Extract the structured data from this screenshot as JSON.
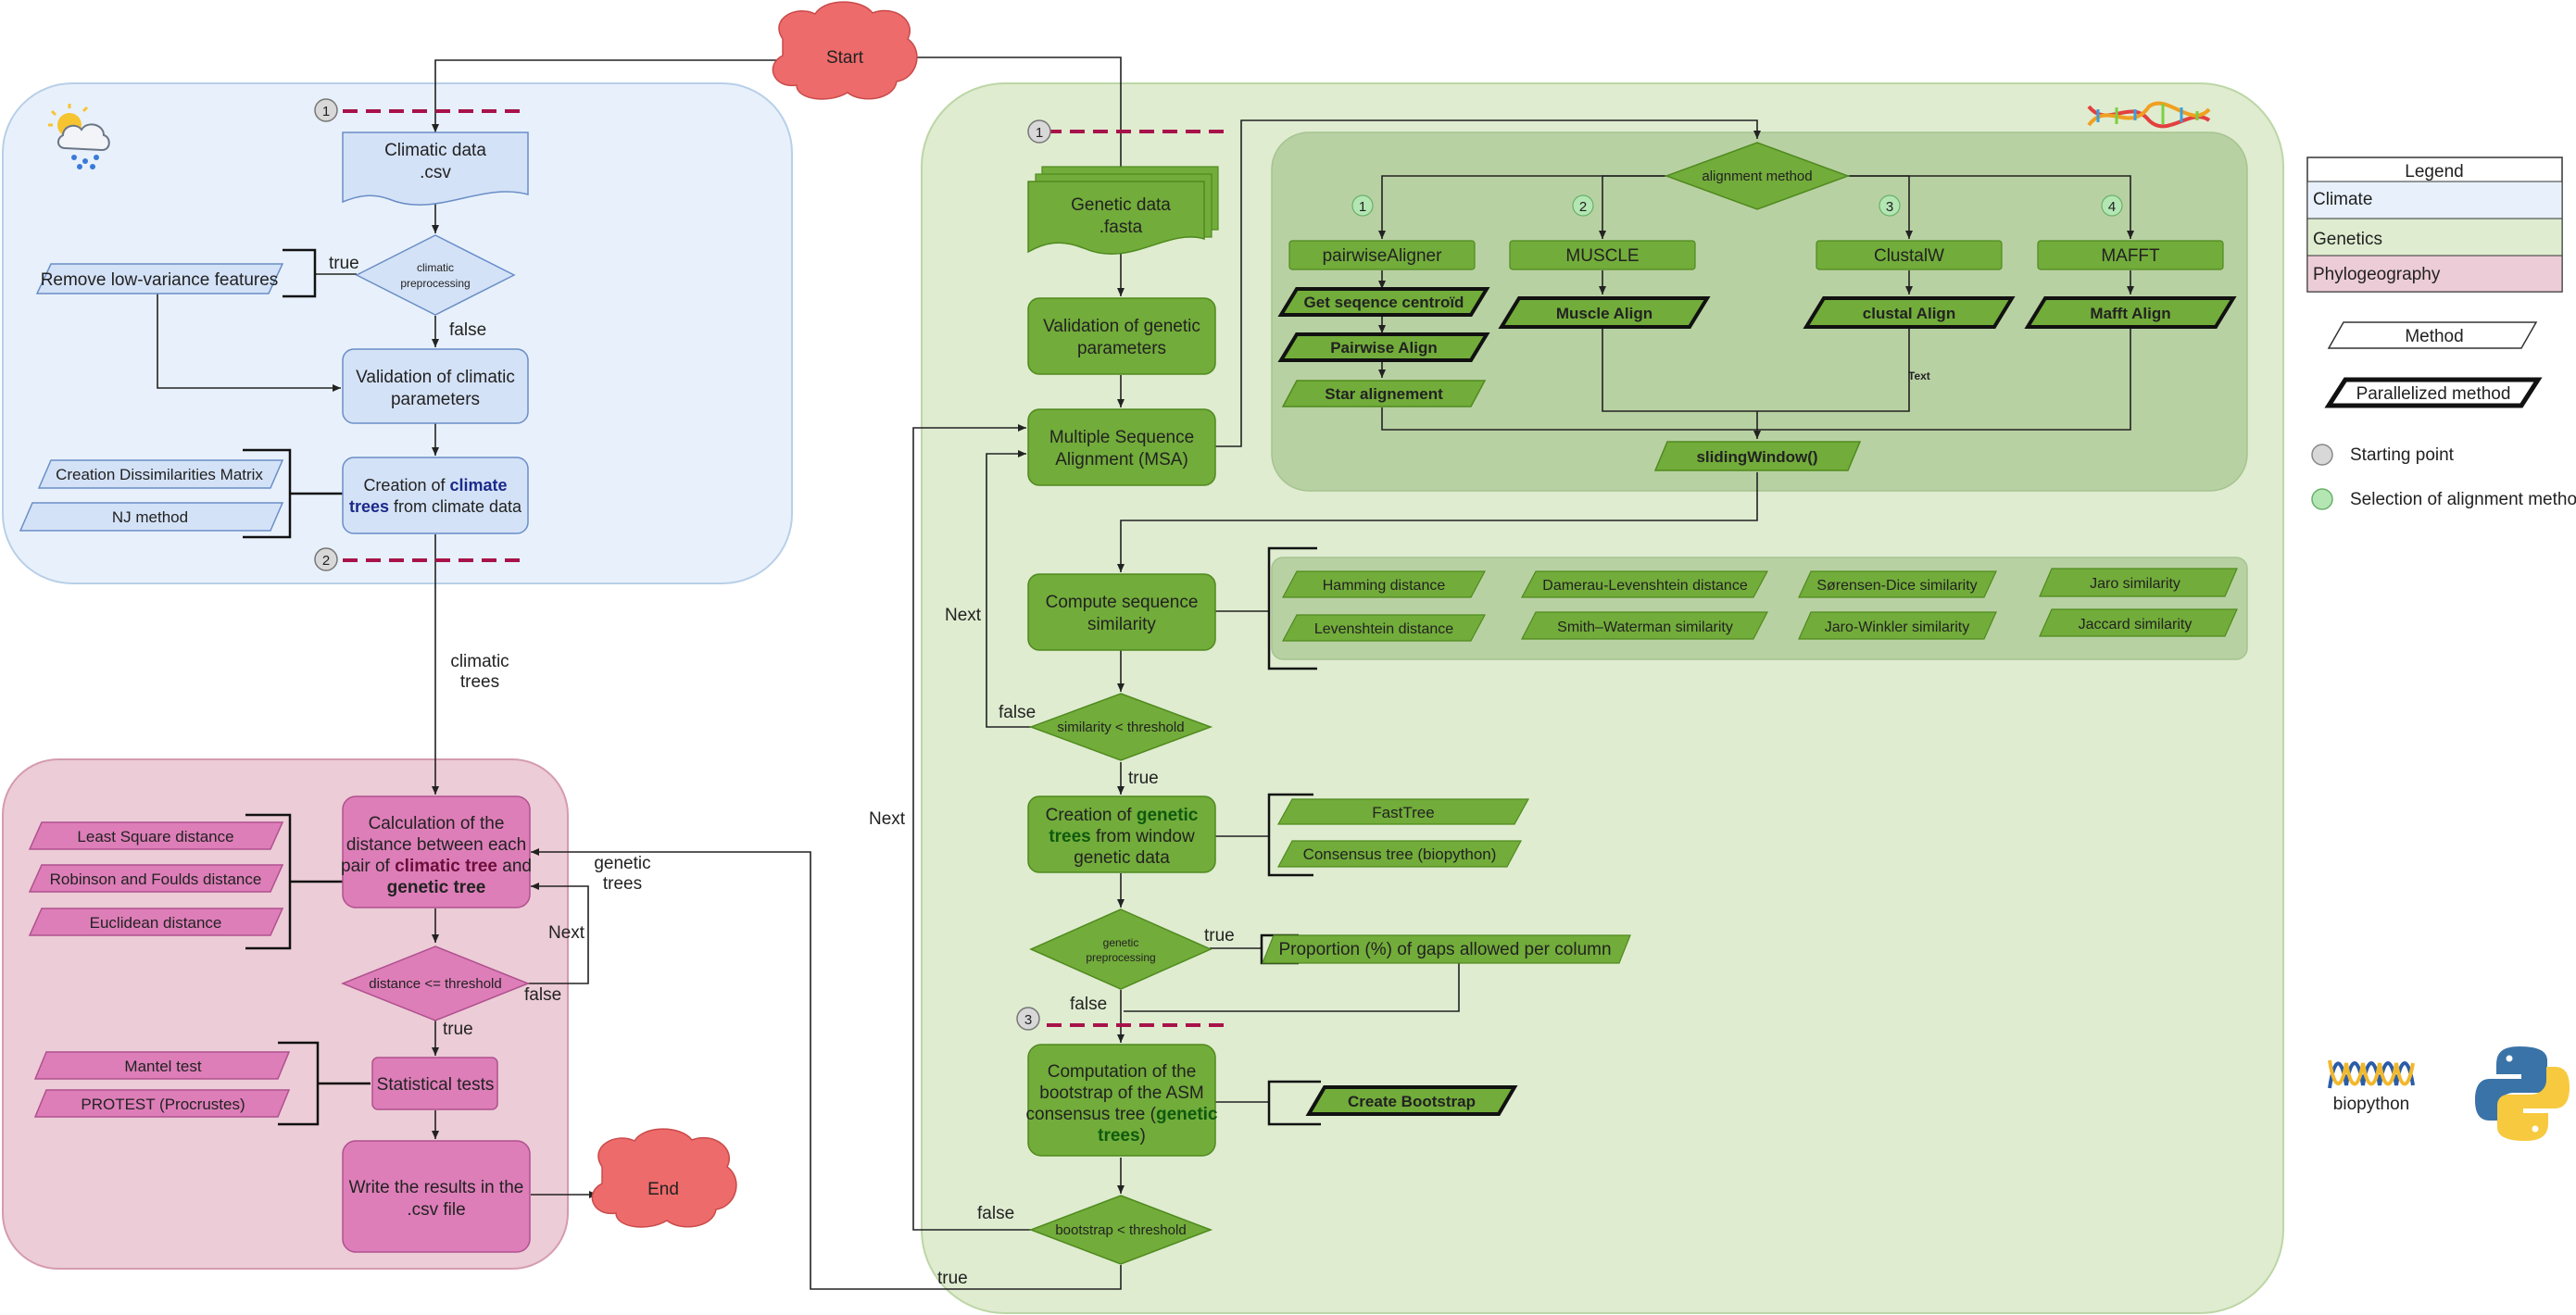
{
  "start": "Start",
  "end": "End",
  "climate": {
    "input": [
      "Climatic data",
      ".csv"
    ],
    "decision": [
      "climatic",
      "preprocessing"
    ],
    "true_label": "true",
    "false_label": "false",
    "remove_low_variance": "Remove low-variance features",
    "validation": [
      "Validation of climatic",
      "parameters"
    ],
    "creation_line1_a": "Creation of ",
    "creation_line1_b": "climate",
    "creation_line2_a": "trees",
    "creation_line2_b": " from climate data",
    "dissimilarity_matrix": "Creation Dissimilarities Matrix",
    "nj_method": "NJ method",
    "marker1": "1",
    "marker2": "2",
    "trees_label": [
      "climatic",
      "trees"
    ]
  },
  "phylogeography": {
    "calc_line1": "Calculation of the",
    "calc_line2": "distance between each",
    "calc_line3_a": "pair of ",
    "calc_line3_b": "climatic tree",
    "calc_line3_c": " and",
    "calc_line4": "genetic tree",
    "least_square": "Least Square distance",
    "robinson_foulds": "Robinson and Foulds distance",
    "euclidean": "Euclidean distance",
    "decision": "distance <= threshold",
    "next_label": "Next",
    "false_label": "false",
    "true_label": "true",
    "statistical_tests": "Statistical tests",
    "mantel": "Mantel test",
    "protest": "PROTEST (Procrustes)",
    "write_results": [
      "Write the results in the",
      ".csv file"
    ],
    "genetic_trees_label": [
      "genetic",
      "trees"
    ]
  },
  "genetics": {
    "input": [
      "Genetic data",
      ".fasta"
    ],
    "validation": [
      "Validation of genetic",
      "parameters"
    ],
    "msa": [
      "Multiple Sequence",
      "Alignment (MSA)"
    ],
    "alignment_method": "alignment method",
    "methods": [
      {
        "num": "1",
        "name": "pairwiseAligner"
      },
      {
        "num": "2",
        "name": "MUSCLE"
      },
      {
        "num": "3",
        "name": "ClustalW"
      },
      {
        "num": "4",
        "name": "MAFFT"
      }
    ],
    "get_centroid": "Get seqence centroïd",
    "pairwise_align": "Pairwise Align",
    "star_alignment": "Star alignement",
    "muscle_align": "Muscle Align",
    "clustal_align": "clustal Align",
    "mafft_align": "Mafft Align",
    "text_note": "Text",
    "sliding_window": "slidingWindow()",
    "compute_similarity": [
      "Compute sequence",
      "similarity"
    ],
    "similarity_methods": [
      "Hamming distance",
      "Damerau-Levenshtein distance",
      "Sørensen-Dice similarity",
      "Jaro similarity",
      "Levenshtein distance",
      "Smith–Waterman similarity",
      "Jaro-Winkler similarity",
      "Jaccard similarity"
    ],
    "similarity_decision": "similarity < threshold",
    "next_label": "Next",
    "next_label_outer": "Next",
    "false_label": "false",
    "true_label": "true",
    "creation_line1_a": "Creation of ",
    "creation_line1_b": "genetic",
    "creation_line2_a": "trees",
    "creation_line2_b": " from window",
    "creation_line3": "genetic data",
    "fasttree": "FastTree",
    "consensus_tree": "Consensus tree (biopython)",
    "preproc_decision": [
      "genetic",
      "preprocessing"
    ],
    "preproc_true": "true",
    "preproc_false": "false",
    "gaps": "Proportion (%) of gaps allowed per column",
    "bootstrap_line1": "Computation of the",
    "bootstrap_line2": "bootstrap of the ASM",
    "bootstrap_line3_a": "consensus tree (",
    "bootstrap_line3_b": "genetic",
    "bootstrap_line4_a": "trees",
    "bootstrap_line4_b": ")",
    "create_bootstrap": "Create Bootstrap",
    "bootstrap_decision": "bootstrap < threshold",
    "bootstrap_false": "false",
    "bootstrap_true": "true",
    "marker1": "1",
    "marker3": "3"
  },
  "legend": {
    "title": "Legend",
    "climate": "Climate",
    "genetics": "Genetics",
    "phylogeography": "Phylogeography",
    "method": "Method",
    "parallelized": "Parallelized method",
    "starting_point": "Starting point",
    "selection": "Selection of alignment method"
  },
  "logos": {
    "biopython": "biopython"
  },
  "colors": {
    "climate_bg": "#e8f1fb",
    "climate_node": "#d4e2f7",
    "genetics_bg": "#dfeccf",
    "genetics_inner": "#b9d1a4",
    "genetics_node": "#72ac3a",
    "phylo_bg": "#eccdd6",
    "phylo_node": "#dd7eb8",
    "terminal": "#ee6b6b",
    "marker_line": "#a8124a"
  }
}
